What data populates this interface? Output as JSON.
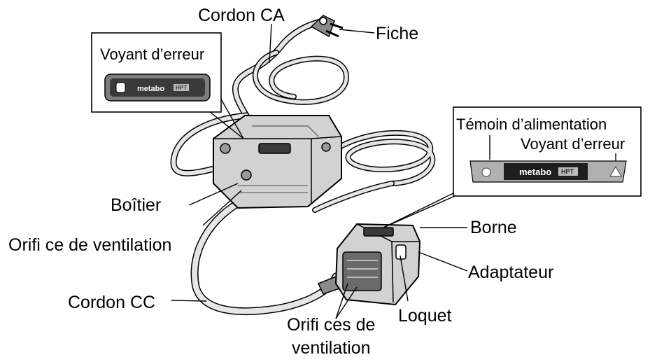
{
  "labels": {
    "cordon_ca": "Cordon CA",
    "fiche": "Fiche",
    "voyant_erreur_left": "Voyant d’erreur",
    "temoin_alimentation": "Témoin d’alimentation",
    "voyant_erreur_right": "Voyant d’erreur",
    "boitier": "Boîtier",
    "orifice_ventilation": "Orifi ce de ventilation",
    "borne": "Borne",
    "adaptateur": "Adaptateur",
    "cordon_cc": "Cordon CC",
    "loquet": "Loquet",
    "orifices_line1": "Orifi ces de",
    "orifices_line2": "ventilation"
  },
  "panels": {
    "left_brand": "metabo",
    "right_brand": "metabo",
    "brand_badge": "HPT"
  },
  "icons": [
    "power-indicator-icon",
    "error-indicator-icon",
    "warning-triangle-icon"
  ],
  "colors": {
    "body_fill": "#d2d2d2",
    "panel_dark": "#3a3a3a",
    "panel_gray": "#b0b0b0"
  }
}
